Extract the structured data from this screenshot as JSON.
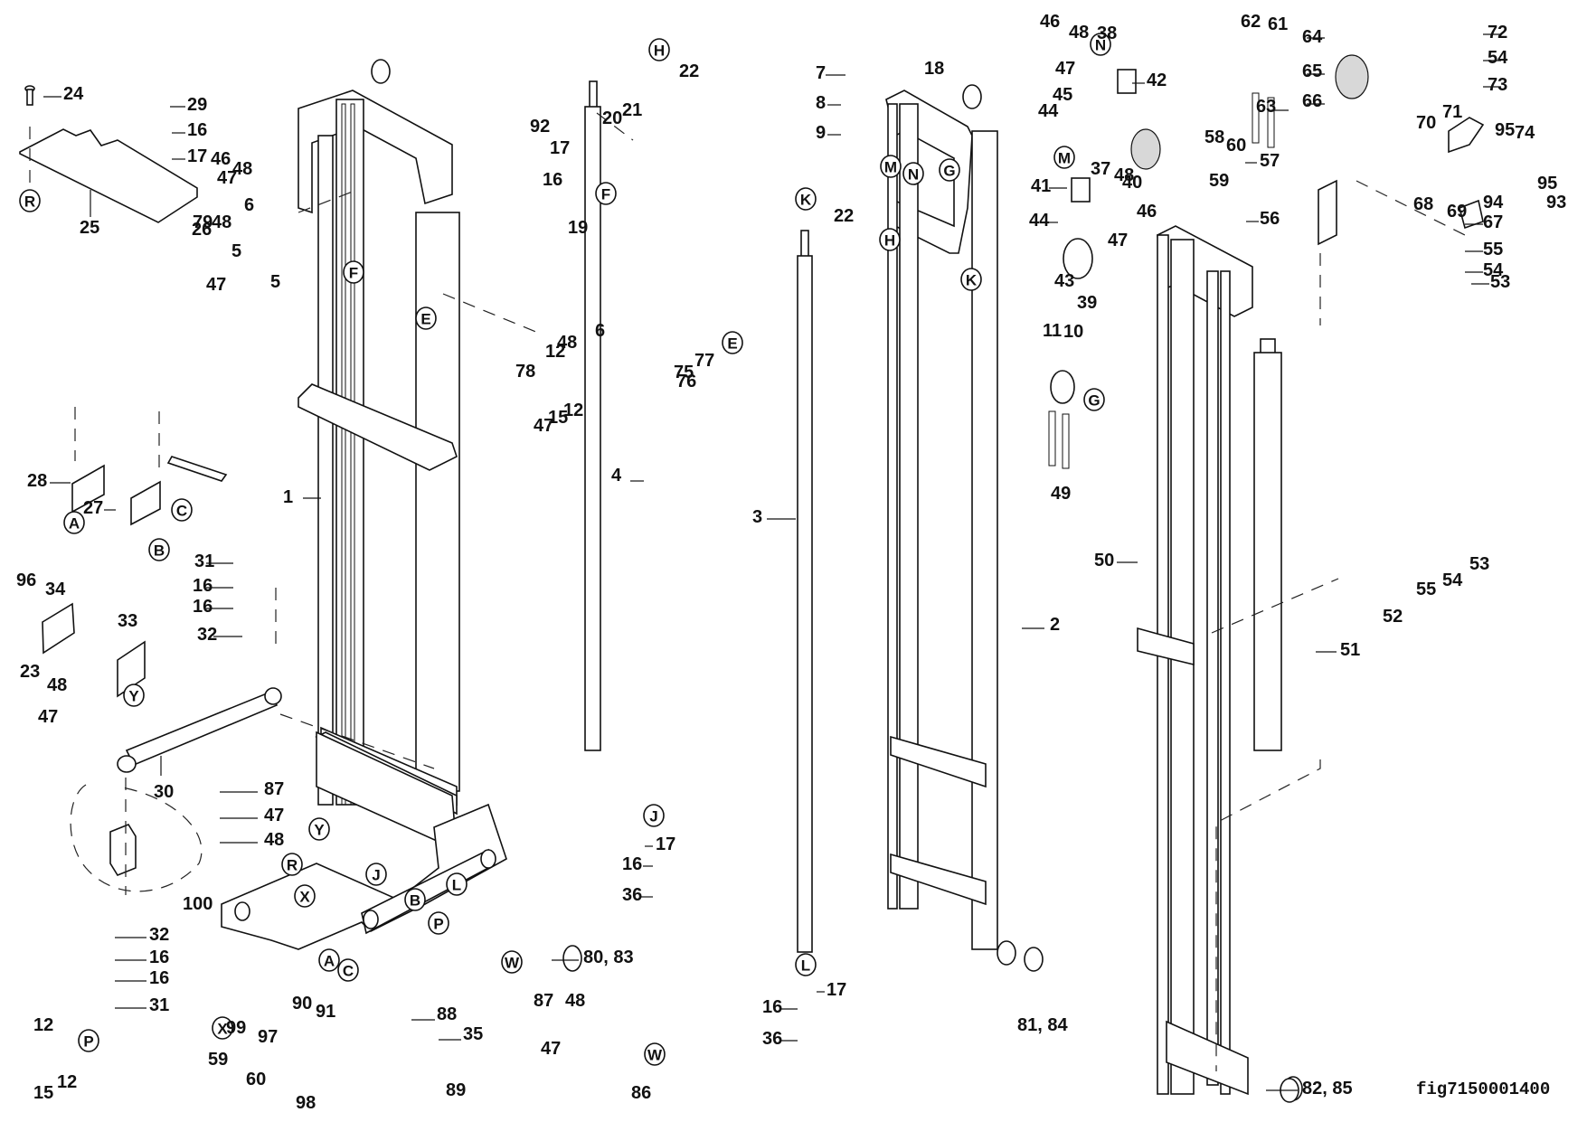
{
  "figure": {
    "id_label": "fig7150001400",
    "description": "Exploded parts diagram of mast assembly"
  },
  "callouts": [
    {
      "label": "24"
    },
    {
      "label": "25"
    },
    {
      "label": "46"
    },
    {
      "label": "48"
    },
    {
      "label": "47"
    },
    {
      "label": "6"
    },
    {
      "label": "79"
    },
    {
      "label": "48"
    },
    {
      "label": "47"
    },
    {
      "label": "5"
    },
    {
      "label": "5"
    },
    {
      "label": "29"
    },
    {
      "label": "16"
    },
    {
      "label": "17"
    },
    {
      "label": "26"
    },
    {
      "label": "28"
    },
    {
      "label": "27"
    },
    {
      "label": "1"
    },
    {
      "label": "31"
    },
    {
      "label": "16"
    },
    {
      "label": "16"
    },
    {
      "label": "32"
    },
    {
      "label": "96"
    },
    {
      "label": "34"
    },
    {
      "label": "33"
    },
    {
      "label": "23"
    },
    {
      "label": "48"
    },
    {
      "label": "47"
    },
    {
      "label": "30"
    },
    {
      "label": "87"
    },
    {
      "label": "47"
    },
    {
      "label": "48"
    },
    {
      "label": "100"
    },
    {
      "label": "32"
    },
    {
      "label": "16"
    },
    {
      "label": "16"
    },
    {
      "label": "31"
    },
    {
      "label": "12"
    },
    {
      "label": "15"
    },
    {
      "label": "12"
    },
    {
      "label": "59"
    },
    {
      "label": "99"
    },
    {
      "label": "60"
    },
    {
      "label": "97"
    },
    {
      "label": "98"
    },
    {
      "label": "90"
    },
    {
      "label": "91"
    },
    {
      "label": "88"
    },
    {
      "label": "35"
    },
    {
      "label": "89"
    },
    {
      "label": "80, 83"
    },
    {
      "label": "87"
    },
    {
      "label": "48"
    },
    {
      "label": "47"
    },
    {
      "label": "86"
    },
    {
      "label": "92"
    },
    {
      "label": "17"
    },
    {
      "label": "16"
    },
    {
      "label": "19"
    },
    {
      "label": "20"
    },
    {
      "label": "21"
    },
    {
      "label": "22"
    },
    {
      "label": "6"
    },
    {
      "label": "12"
    },
    {
      "label": "48"
    },
    {
      "label": "78"
    },
    {
      "label": "47"
    },
    {
      "label": "15"
    },
    {
      "label": "12"
    },
    {
      "label": "4"
    },
    {
      "label": "17"
    },
    {
      "label": "16"
    },
    {
      "label": "36"
    },
    {
      "label": "22"
    },
    {
      "label": "75"
    },
    {
      "label": "77"
    },
    {
      "label": "76"
    },
    {
      "label": "3"
    },
    {
      "label": "17"
    },
    {
      "label": "16"
    },
    {
      "label": "36"
    },
    {
      "label": "7"
    },
    {
      "label": "8"
    },
    {
      "label": "9"
    },
    {
      "label": "18"
    },
    {
      "label": "2"
    },
    {
      "label": "81, 84"
    },
    {
      "label": "46"
    },
    {
      "label": "48"
    },
    {
      "label": "38"
    },
    {
      "label": "47"
    },
    {
      "label": "42"
    },
    {
      "label": "45"
    },
    {
      "label": "44"
    },
    {
      "label": "40"
    },
    {
      "label": "41"
    },
    {
      "label": "37"
    },
    {
      "label": "48"
    },
    {
      "label": "46"
    },
    {
      "label": "44"
    },
    {
      "label": "47"
    },
    {
      "label": "43"
    },
    {
      "label": "39"
    },
    {
      "label": "11"
    },
    {
      "label": "10"
    },
    {
      "label": "49"
    },
    {
      "label": "62"
    },
    {
      "label": "61"
    },
    {
      "label": "63"
    },
    {
      "label": "64"
    },
    {
      "label": "65"
    },
    {
      "label": "66"
    },
    {
      "label": "58"
    },
    {
      "label": "60"
    },
    {
      "label": "59"
    },
    {
      "label": "57"
    },
    {
      "label": "56"
    },
    {
      "label": "72"
    },
    {
      "label": "54"
    },
    {
      "label": "73"
    },
    {
      "label": "71"
    },
    {
      "label": "70"
    },
    {
      "label": "95"
    },
    {
      "label": "74"
    },
    {
      "label": "68"
    },
    {
      "label": "69"
    },
    {
      "label": "94"
    },
    {
      "label": "95"
    },
    {
      "label": "93"
    },
    {
      "label": "67"
    },
    {
      "label": "55"
    },
    {
      "label": "54"
    },
    {
      "label": "53"
    },
    {
      "label": "50"
    },
    {
      "label": "51"
    },
    {
      "label": "52"
    },
    {
      "label": "55"
    },
    {
      "label": "54"
    },
    {
      "label": "53"
    },
    {
      "label": "82, 85"
    }
  ],
  "references": [
    {
      "letter": "R"
    },
    {
      "letter": "F"
    },
    {
      "letter": "E"
    },
    {
      "letter": "A"
    },
    {
      "letter": "B"
    },
    {
      "letter": "C"
    },
    {
      "letter": "Y"
    },
    {
      "letter": "Y"
    },
    {
      "letter": "R"
    },
    {
      "letter": "X"
    },
    {
      "letter": "J"
    },
    {
      "letter": "B"
    },
    {
      "letter": "L"
    },
    {
      "letter": "P"
    },
    {
      "letter": "A"
    },
    {
      "letter": "C"
    },
    {
      "letter": "W"
    },
    {
      "letter": "P"
    },
    {
      "letter": "X"
    },
    {
      "letter": "W"
    },
    {
      "letter": "H"
    },
    {
      "letter": "F"
    },
    {
      "letter": "E"
    },
    {
      "letter": "J"
    },
    {
      "letter": "K"
    },
    {
      "letter": "L"
    },
    {
      "letter": "M"
    },
    {
      "letter": "N"
    },
    {
      "letter": "G"
    },
    {
      "letter": "H"
    },
    {
      "letter": "K"
    },
    {
      "letter": "N"
    },
    {
      "letter": "M"
    },
    {
      "letter": "G"
    }
  ]
}
